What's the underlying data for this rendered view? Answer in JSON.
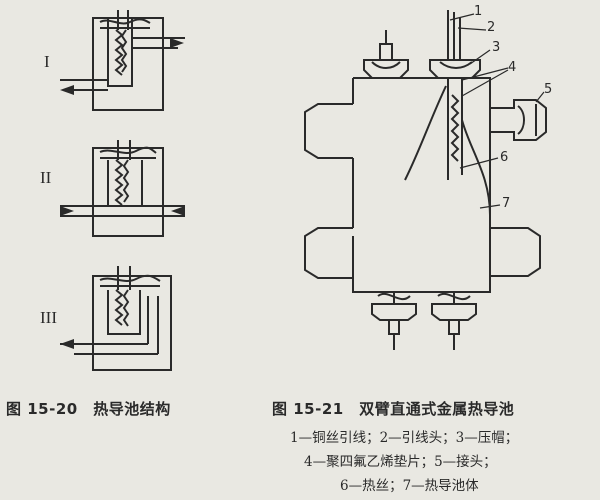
{
  "fig_left": {
    "variants": [
      "I",
      "II",
      "III"
    ],
    "caption": "图 15-20　热导池结构"
  },
  "fig_right": {
    "callouts": [
      "1",
      "2",
      "3",
      "4",
      "5",
      "6",
      "7"
    ],
    "caption": "图 15-21　双臂直通式金属热导池",
    "legend_lines": [
      "1—铜丝引线；2—引线头；3—压帽；",
      "4—聚四氟乙烯垫片；5—接头；",
      "6—热丝；7—热导池体"
    ]
  },
  "colors": {
    "ink": "#2a2a2a",
    "paper": "#e9e8e2"
  }
}
